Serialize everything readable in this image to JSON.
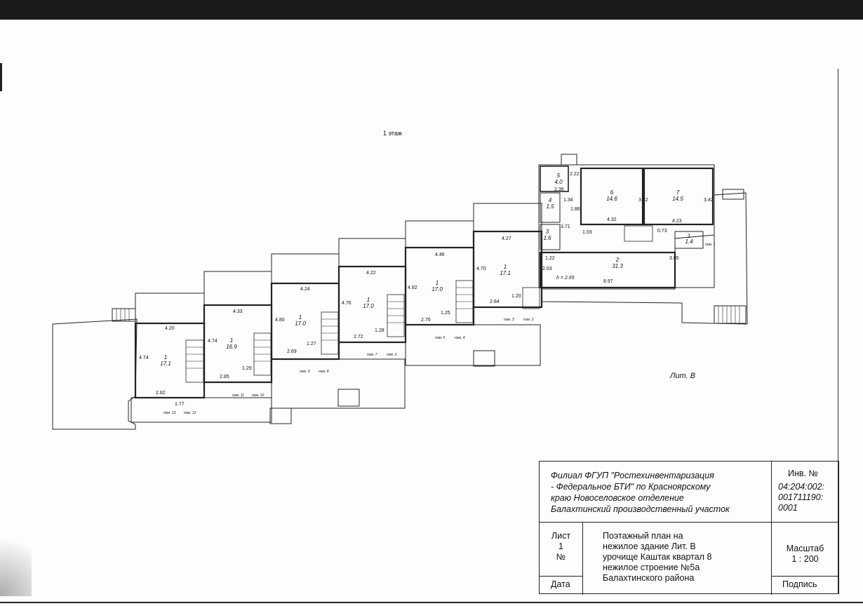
{
  "floor_label": "1 этаж",
  "lit_label": "Лит. В",
  "title_block": {
    "organization": [
      "Филиал ФГУП \"Ростехинвентаризация",
      "- Федеральное БТИ\" по Красноярскому",
      "краю  Новоселовское отделение",
      "Балахтинский производственный участок"
    ],
    "inv_header": "Инв. №",
    "inv_values": [
      "04:204:002:",
      "001711190:",
      "0001"
    ],
    "sheet_label": "Лист",
    "sheet_number": "1",
    "number_sign": "№",
    "description": [
      "Поэтажный  план  на",
      "нежилое  здание  Лит. В",
      "урочище Каштак квартал 8",
      "нежилое строение №5а",
      "Балахтинского района"
    ],
    "scale_label": "Масштаб",
    "scale_value": "1 : 200",
    "date_label": "Дата",
    "signature_label": "Подпись"
  },
  "rooms": [
    {
      "id": "r1",
      "num": "1",
      "area": "17.1"
    },
    {
      "id": "r2",
      "num": "1",
      "area": "16.9"
    },
    {
      "id": "r3",
      "num": "1",
      "area": "17.0"
    },
    {
      "id": "r4",
      "num": "1",
      "area": "17.0"
    },
    {
      "id": "r5",
      "num": "1",
      "area": "17.0"
    },
    {
      "id": "r6",
      "num": "1",
      "area": "17.1"
    },
    {
      "id": "r7",
      "num": "2",
      "area": "31.3"
    },
    {
      "id": "r8",
      "num": "5",
      "area": "4.0"
    },
    {
      "id": "r9",
      "num": "6",
      "area": "14.6"
    },
    {
      "id": "r10",
      "num": "7",
      "area": "14.5"
    },
    {
      "id": "r11",
      "num": "4",
      "area": "1.5"
    },
    {
      "id": "r12",
      "num": "3",
      "area": "1.6"
    },
    {
      "id": "r13",
      "num": "1",
      "area": "1.4"
    }
  ],
  "dimensions": [
    "4.20",
    "4.74",
    "2.82",
    "1.77",
    "4.33",
    "4.74",
    "2.85",
    "1.29",
    "4.24",
    "4.80",
    "2.69",
    "1.27",
    "4.22",
    "4.76",
    "2.72",
    "1.28",
    "4.46",
    "4.82",
    "2.76",
    "1.25",
    "4.27",
    "4.70",
    "2.84",
    "1.20",
    "2.22",
    "2.36",
    "1.34",
    "1.86",
    "3.71",
    "4.32",
    "3.42",
    "4.23",
    "3.42",
    "1.03",
    "0.73",
    "2.03",
    "1.22",
    "8.97",
    "3.65"
  ],
  "height_label": "h = 2.65",
  "pom_labels": [
    "пом. 13",
    "пом. 12",
    "пом. 11",
    "пом. 10",
    "пом. 9",
    "пом. 8",
    "пом. 7",
    "пом. 6",
    "пом. 5",
    "пом. 4",
    "пом. 3",
    "пом. 2",
    "пом. 1"
  ]
}
